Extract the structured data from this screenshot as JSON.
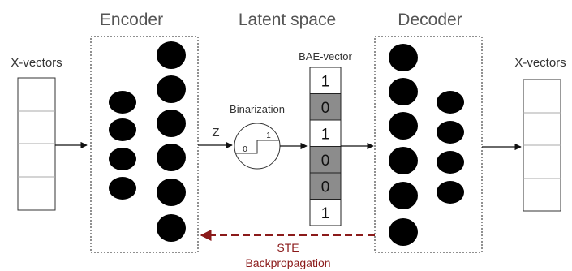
{
  "titles": {
    "encoder": "Encoder",
    "latent": "Latent space",
    "decoder": "Decoder"
  },
  "input_label": "X-vectors",
  "output_label": "X-vectors",
  "z_label": "Z",
  "binarization": {
    "label": "Binarization",
    "low": "0",
    "high": "1"
  },
  "bae": {
    "label": "BAE-vector",
    "bits": [
      "1",
      "0",
      "1",
      "0",
      "0",
      "1"
    ],
    "shaded": [
      false,
      true,
      false,
      true,
      true,
      false
    ],
    "shade_color": "#8c8c8c"
  },
  "ste": {
    "line1": "STE",
    "line2": "Backpropagation",
    "color": "#8b1a1a"
  }
}
